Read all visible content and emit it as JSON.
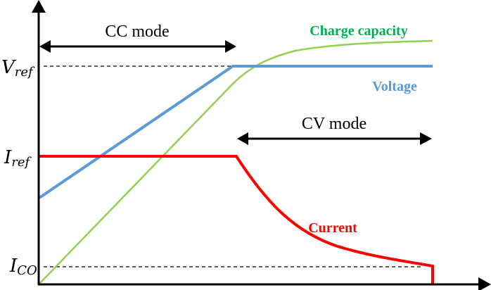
{
  "diagram": {
    "title": "CC-CV charging profile",
    "axis_labels": {
      "v_ref": {
        "main": "V",
        "sub": "ref"
      },
      "i_ref": {
        "main": "I",
        "sub": "ref"
      },
      "i_co": {
        "main": "I",
        "sub": "CO"
      }
    },
    "modes": {
      "cc": "CC mode",
      "cv": "CV mode"
    },
    "curve_labels": {
      "charge_capacity": "Charge capacity",
      "voltage": "Voltage",
      "current": "Current"
    },
    "colors": {
      "charge_capacity": "#92d050",
      "charge_capacity_label": "#00b050",
      "voltage": "#5b9bd5",
      "current": "#ff0000",
      "axis": "#000000"
    }
  }
}
